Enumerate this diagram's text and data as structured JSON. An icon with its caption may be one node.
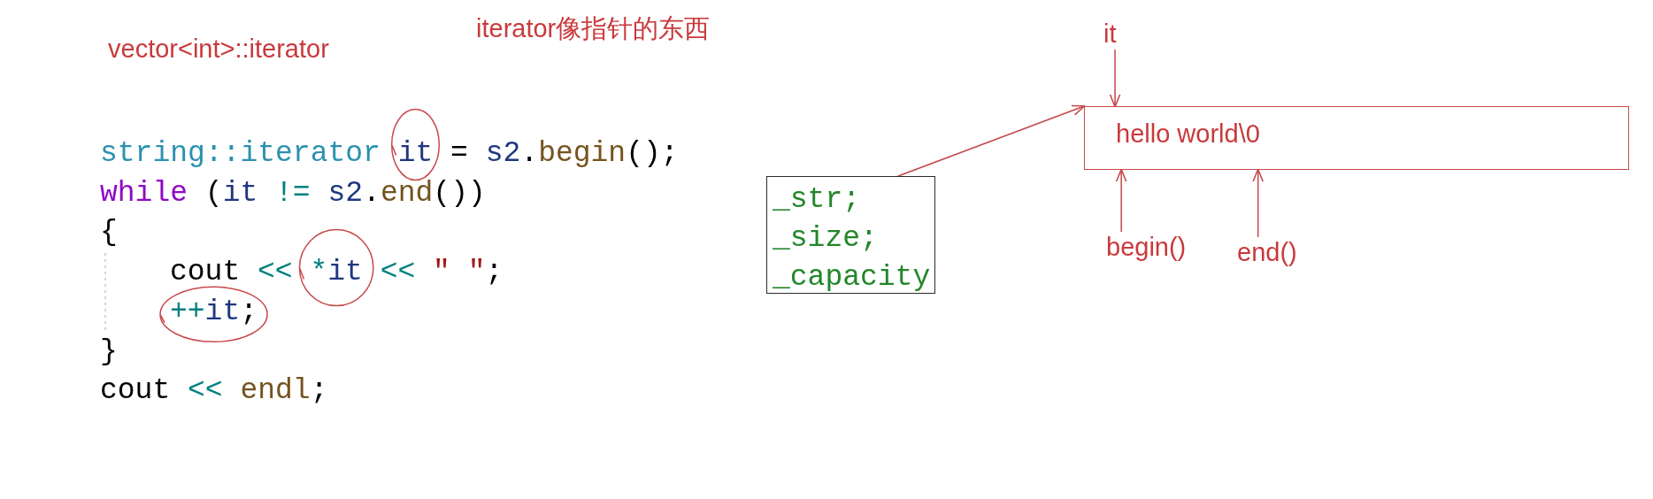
{
  "diagram": {
    "nodes": [
      {
        "text": [
          "_str;",
          "_size;",
          "_capacity"
        ]
      },
      {
        "text": [
          "hello world\\0"
        ]
      },
      {
        "text": [
          "it"
        ]
      },
      {
        "text": [
          "begin()"
        ]
      },
      {
        "text": [
          "end()"
        ]
      }
    ],
    "edges": [
      {
        "from": 0,
        "to": 1,
        "arrow": "to"
      },
      {
        "from": 2,
        "to": 1,
        "arrow": "to"
      },
      {
        "from": 3,
        "to": 1,
        "arrow": "to"
      },
      {
        "from": 4,
        "to": 1,
        "arrow": "to"
      }
    ],
    "labels": [
      "vector<int>::iterator",
      "iterator像指针的东西",
      "string::iterator it = s2.begin();",
      "while (it != s2.end())",
      "{",
      "cout << *it << \" \";",
      "++it;",
      "}",
      "cout << endl;"
    ]
  }
}
